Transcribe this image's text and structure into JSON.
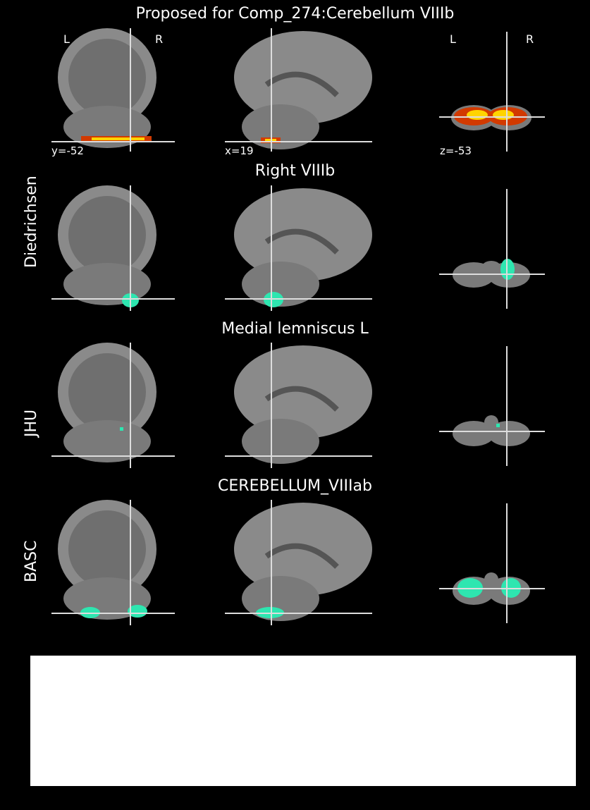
{
  "main_title": "Proposed for Comp_274:Cerebellum VIIIb",
  "orientation": {
    "left": "L",
    "right": "R"
  },
  "coords": {
    "y": "y=-52",
    "x": "x=19",
    "z": "z=-53"
  },
  "rows": [
    {
      "label": "Diedrichsen",
      "title": "Right VIIIb"
    },
    {
      "label": "JHU",
      "title": "Medial lemniscus L"
    },
    {
      "label": "BASC",
      "title": "CEREBELLUM_VIIIab"
    }
  ],
  "colors": {
    "overlay": "#2ee6b0",
    "heat_hot": "#ffd400",
    "heat_mid": "#d23a00",
    "brain": "#8a8a8a",
    "background": "#000000"
  }
}
